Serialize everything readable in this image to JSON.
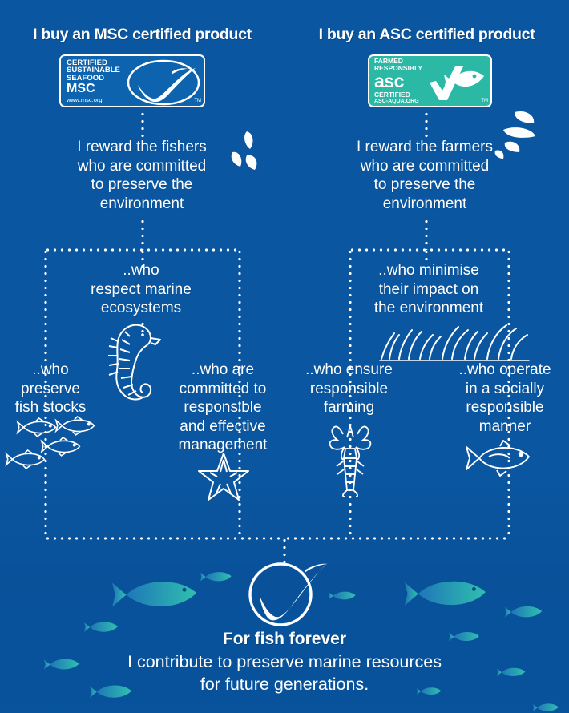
{
  "theme": {
    "background": "#0a56a0",
    "text": "#ffffff",
    "msc_logo_bg": "#0d63ad",
    "asc_logo_bg": "#2bb9a6",
    "fish_accent": "#29b6a8",
    "connector": "#ffffff"
  },
  "columns": {
    "left": {
      "headline": "I buy an MSC certified product",
      "logo": {
        "name": "msc-certification-logo",
        "line1": "CERTIFIED",
        "line2": "SUSTAINABLE",
        "line3": "SEAFOOD",
        "line4": "MSC",
        "line5": "www.msc.org",
        "trademark": "TM"
      },
      "reward": "I reward the fishers\nwho are committed\nto preserve the\nenvironment",
      "nodes": [
        {
          "id": "respect-marine-ecosystems",
          "text": "..who\nrespect marine\necosystems",
          "icon": "seahorse-icon"
        },
        {
          "id": "preserve-fish-stocks",
          "text": "..who\npreserve\nfish stocks",
          "icon": "fish-school-icon"
        },
        {
          "id": "responsible-effective-management",
          "text": "..who are\ncommitted to\nresponsible\nand effective\nmanagement",
          "icon": "starfish-icon"
        }
      ]
    },
    "right": {
      "headline": "I buy an ASC certified product",
      "logo": {
        "name": "asc-certification-logo",
        "line1": "FARMED",
        "line2": "RESPONSIBLY",
        "line3": "asc",
        "line4": "CERTIFIED",
        "line5": "ASC-AQUA.ORG",
        "trademark": "TM"
      },
      "reward": "I reward the farmers\nwho are committed\nto preserve the\nenvironment",
      "nodes": [
        {
          "id": "minimise-impact-environment",
          "text": "..who minimise\ntheir impact on\nthe environment",
          "icon": "seagrass-icon"
        },
        {
          "id": "ensure-responsible-farming",
          "text": "..who ensure\nresponsible\nfarming",
          "icon": "lobster-icon"
        },
        {
          "id": "operate-socially-responsible",
          "text": "..who operate\nin a socially\nresponsible\nmanner",
          "icon": "fish-icon"
        }
      ]
    }
  },
  "footer": {
    "tick_icon": "circle-checkmark-icon",
    "title": "For fish forever",
    "subtitle": "I contribute to preserve marine resources\nfor future generations."
  },
  "decorations": [
    "splash-left-icon",
    "splash-right-icon",
    "seahorse-icon",
    "starfish-icon",
    "lobster-icon",
    "seagrass-icon",
    "fish-school-icon",
    "swimming-fish-icons"
  ]
}
